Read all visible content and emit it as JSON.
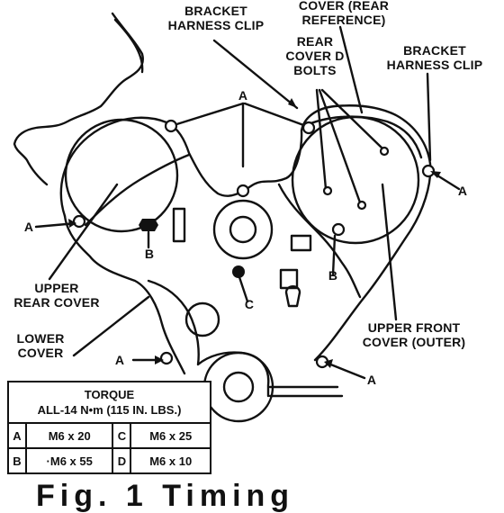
{
  "diagram": {
    "labels": {
      "bracket_harness_clip_top": [
        "BRACKET",
        "HARNESS CLIP"
      ],
      "cover_rear_reference": [
        "COVER (REAR",
        "REFERENCE)"
      ],
      "rear_cover_d_bolts": [
        "REAR",
        "COVER D",
        "BOLTS"
      ],
      "bracket_harness_clip_right": [
        "BRACKET",
        "HARNESS CLIP"
      ],
      "callout_a_top": "A",
      "callout_a_left": "A",
      "callout_a_right": "A",
      "callout_a_lower_left": "A",
      "callout_a_lower_right": "A",
      "callout_b_left": "B",
      "callout_b_right": "B",
      "callout_c": "C",
      "upper_rear_cover": [
        "UPPER",
        "REAR COVER"
      ],
      "lower_cover": [
        "LOWER",
        "COVER"
      ],
      "upper_front_cover": [
        "UPPER FRONT",
        "COVER (OUTER)"
      ]
    },
    "torque_table": {
      "title": "TORQUE",
      "subtitle": "ALL-14 N•m (115 IN. LBS.)",
      "rows": [
        {
          "k1": "A",
          "v1": "M6 x 20",
          "k2": "C",
          "v2": "M6 x 25"
        },
        {
          "k1": "B",
          "v1": "·M6 x 55",
          "k2": "D",
          "v2": "M6 x 10"
        }
      ]
    },
    "footer_fragment": "Fig. 1 Timing"
  }
}
